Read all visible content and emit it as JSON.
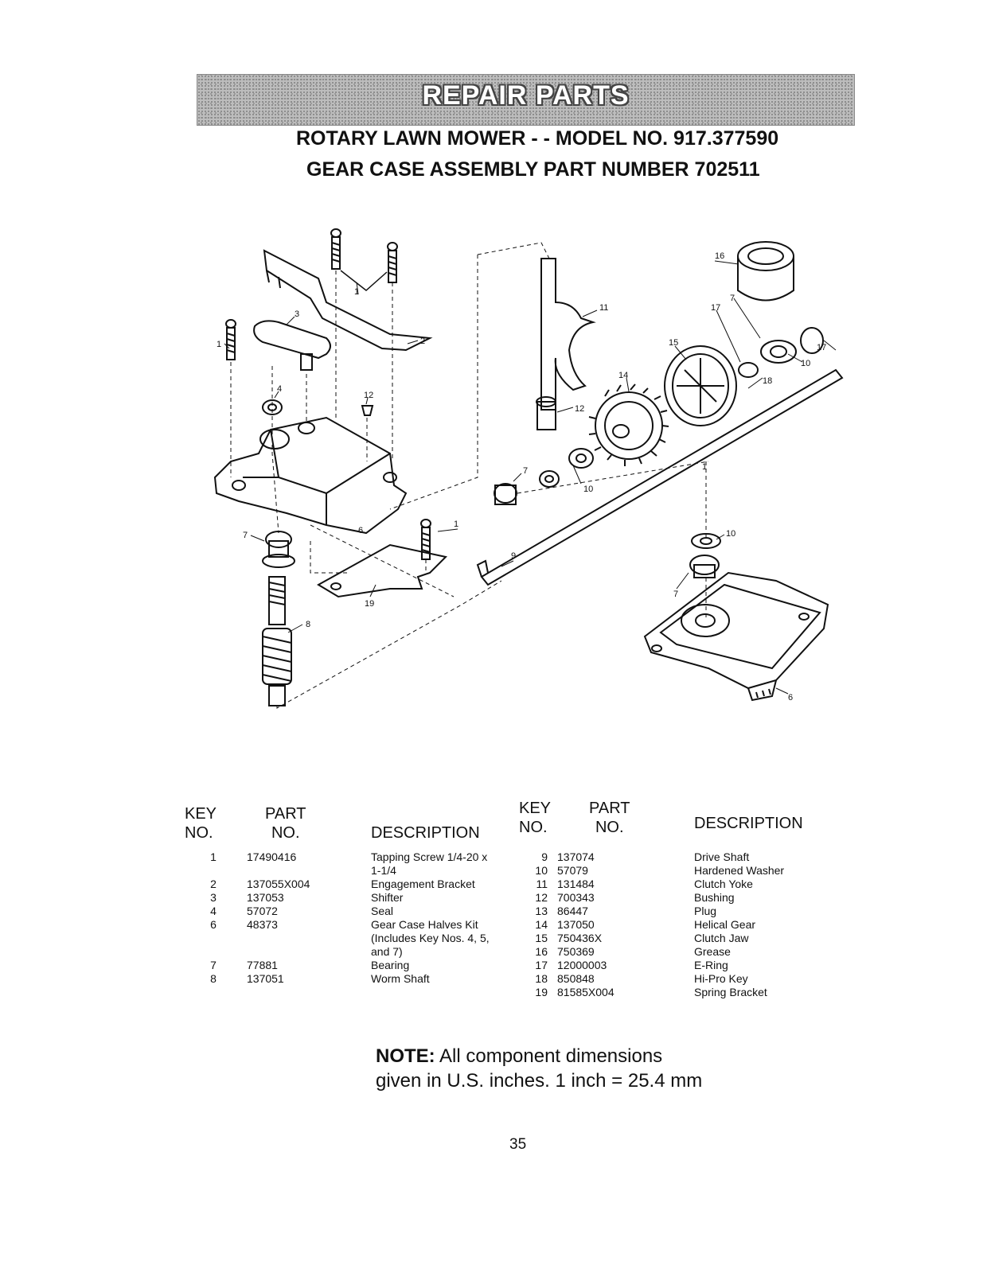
{
  "banner": "REPAIR PARTS",
  "title_line1": "ROTARY LAWN MOWER - - MODEL NO. 917.377590",
  "title_line2": "GEAR CASE ASSEMBLY PART NUMBER 702511",
  "diagram_labels": {
    "l1a": "1",
    "l1b": "1",
    "l1c": "1",
    "l1d": "1",
    "l2": "2",
    "l3": "3",
    "l4": "4",
    "l6a": "6",
    "l6b": "6",
    "l7a": "7",
    "l7b": "7",
    "l7c": "7",
    "l7d": "7",
    "l8": "8",
    "l9": "9",
    "l10a": "10",
    "l10b": "10",
    "l10c": "10",
    "l11": "11",
    "l12a": "12",
    "l12b": "12",
    "l14": "14",
    "l15": "15",
    "l16": "16",
    "l17a": "17",
    "l17b": "17",
    "l18": "18",
    "l19": "19"
  },
  "table": {
    "headers": {
      "key_top": "KEY",
      "key_bottom": "NO.",
      "part_top": "PART",
      "part_bottom": "NO.",
      "description": "DESCRIPTION"
    },
    "left": {
      "keys": [
        "1",
        "",
        "2",
        "3",
        "4",
        "6",
        "",
        "",
        "7",
        "8"
      ],
      "parts": [
        "17490416",
        "",
        "137055X004",
        "137053",
        "57072",
        "48373",
        "",
        "",
        "77881",
        "137051"
      ],
      "descriptions": [
        "Tapping Screw  1/4-20 x",
        "1-1/4",
        "Engagement Bracket",
        "Shifter",
        "Seal",
        "Gear Case Halves Kit",
        "(Includes Key Nos. 4, 5,",
        "and 7)",
        "Bearing",
        "Worm Shaft"
      ]
    },
    "right": {
      "keys": [
        "9",
        "10",
        "11",
        "12",
        "13",
        "14",
        "15",
        "16",
        "17",
        "18",
        "19"
      ],
      "parts": [
        "137074",
        "57079",
        "131484",
        "700343",
        "86447",
        "137050",
        "750436X",
        "750369",
        "12000003",
        "850848",
        "81585X004"
      ],
      "descriptions": [
        "Drive Shaft",
        "Hardened Washer",
        "Clutch Yoke",
        "Bushing",
        "Plug",
        "Helical Gear",
        "Clutch Jaw",
        "Grease",
        "E-Ring",
        "Hi-Pro Key",
        "Spring Bracket"
      ]
    }
  },
  "note": {
    "label": "NOTE:",
    "line1": "All component dimensions",
    "line2": "given in U.S. inches. 1 inch = 25.4 mm"
  },
  "page_number": "35"
}
